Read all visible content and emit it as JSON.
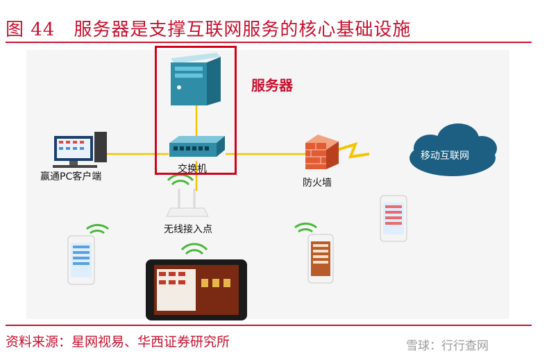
{
  "figure": {
    "title": "图 44　服务器是支撑互联网服务的核心基础设施",
    "source": "资料来源：星网视易、华西证券研究所",
    "watermark": "雪球：行行查网"
  },
  "nodes": {
    "server": "服务器",
    "switch": "交换机",
    "pc_client": "赢通PC客户端",
    "firewall": "防火墙",
    "cloud": "移动互联网",
    "access_point": "无线接入点"
  },
  "colors": {
    "accent": "#c8102e",
    "cable": "#f5c400",
    "server_body": "#2f8da8",
    "cloud": "#1c5f82"
  }
}
